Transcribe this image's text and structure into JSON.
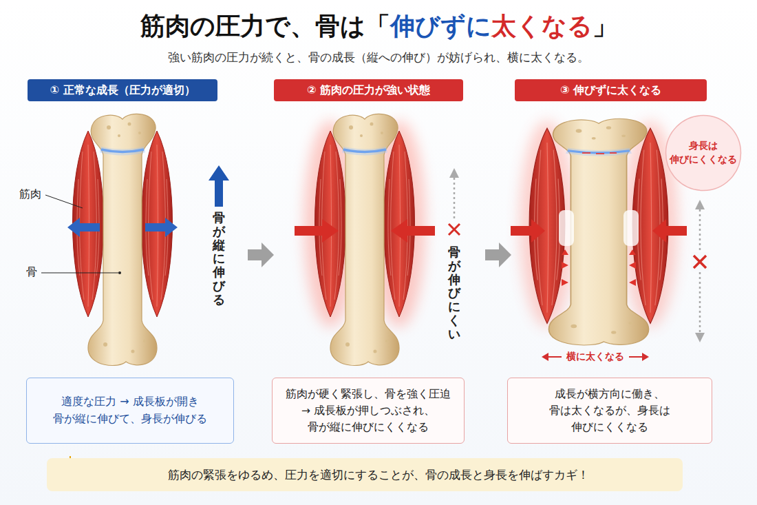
{
  "diagram": {
    "title": "筋肉の圧力で、骨は「伸びずに太くなる」",
    "caption": "強い筋肉の圧力が続くと、骨の成長（縦への伸び）が妨げられ、横に太くなる。",
    "nodes": [
      {
        "text": [
          "① 正常な成長（圧力が適切）"
        ]
      },
      {
        "text": [
          "② 筋肉の圧力が強い状態"
        ]
      },
      {
        "text": [
          "③ 伸びずに太くなる"
        ]
      },
      {
        "text": [
          "身長は 伸びにくくなる"
        ]
      },
      {
        "text": [
          "適度な圧力 → 成長板が開き 骨が縦に伸びて、身長が伸びる"
        ]
      },
      {
        "text": [
          "筋肉が硬く緊張し、骨を強く圧迫 → 成長板が押しつぶされ、 骨が縦に伸びにくくなる"
        ]
      },
      {
        "text": [
          "成長が横方向に働き、 骨は太くなるが、身長は 伸びにくくなる"
        ]
      },
      {
        "text": [
          "筋肉の緊張をゆるめ、圧力を適切にすることが、骨の成長と身長を伸ばすカギ！"
        ]
      }
    ],
    "labels": [
      "筋肉",
      "骨",
      "骨が縦に伸びる",
      "骨が伸びにくい",
      "横に太くなる"
    ]
  }
}
